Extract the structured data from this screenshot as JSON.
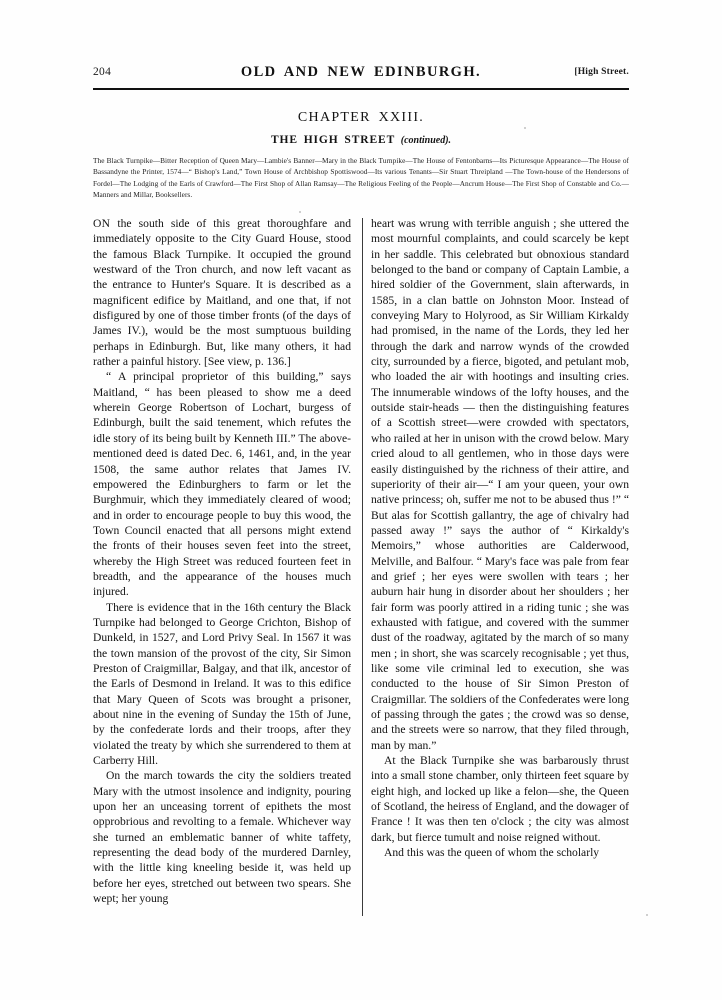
{
  "header": {
    "folio": "204",
    "title": "OLD AND NEW EDINBURGH.",
    "right_marker": "[High Street."
  },
  "chapter": {
    "number_line": "CHAPTER XXIII.",
    "subtitle_main": "THE HIGH STREET",
    "subtitle_continued": "(continued)."
  },
  "argument": "The Black Turnpike—Bitter Reception of Queen Mary—Lambie's Banner—Mary in the Black Turnpike—The House of Fentonbarns—Its Picturesque Appearance—The House of Bassandyne the Printer, 1574—“ Bishop's Land,” Town House of Archbishop Spottiswood—Its various Tenants—Sir Stuart Threipland —The Town-house of the Hendersons of Fordel—The Lodging of the Earls of Crawford—The First Shop of Allan Ramsay—The Religious Feeling of the People—Ancrum House—The First Shop of Constable and Co.—Manners and Millar, Booksellers.",
  "columns": {
    "left": [
      {
        "dropcap": "ON",
        "rest": " the south side of this great thoroughfare and immediately opposite to the City Guard House, stood the famous Black Turnpike. It occupied the ground westward of the Tron church, and now left vacant as the entrance to Hunter's Square. It is described as a magnificent edifice by Maitland, and one that, if not disfigured by one of those timber fronts (of the days of James IV.), would be the most sumptuous building perhaps in Edinburgh. But, like many others, it had rather a painful history. [See view, p. 136.]",
        "indent": false
      },
      {
        "rest": "“ A principal proprietor of this building,” says Maitland, “ has been pleased to show me a deed wherein George Robertson of Lochart, burgess of Edinburgh, built the said tenement, which refutes the idle story of its being built by Kenneth III.” The above-mentioned deed is dated Dec. 6, 1461, and, in the year 1508, the same author relates that James IV. empowered the Edinburghers to farm or let the Burghmuir, which they immediately cleared of wood; and in order to encourage people to buy this wood, the Town Council enacted that all persons might extend the fronts of their houses seven feet into the street, whereby the High Street was reduced fourteen feet in breadth, and the appearance of the houses much injured.",
        "indent": true
      },
      {
        "rest": "There is evidence that in the 16th century the Black Turnpike had belonged to George Crichton, Bishop of Dunkeld, in 1527, and Lord Privy Seal. In 1567 it was the town mansion of the provost of the city, Sir Simon Preston of Craigmillar, Balgay, and that ilk, ancestor of the Earls of Desmond in Ireland. It was to this edifice that Mary Queen of Scots was brought a prisoner, about nine in the evening of Sunday the 15th of June, by the confederate lords and their troops, after they violated the treaty by which she surrendered to them at Carberry Hill.",
        "indent": true
      },
      {
        "rest": "On the march towards the city the soldiers treated Mary with the utmost insolence and indignity, pouring upon her an unceasing torrent of epithets the most opprobrious and revolting to a female. Whichever way she turned an emblematic banner of white taffety, representing the dead body of the murdered Darnley, with the little king kneeling beside it, was held up before her eyes, stretched out between two spears. She wept; her young",
        "indent": true
      }
    ],
    "right": [
      {
        "rest": "heart was wrung with terrible anguish ; she uttered the most mournful complaints, and could scarcely be kept in her saddle. This celebrated but obnoxious standard belonged to the band or company of Captain Lambie, a hired soldier of the Government, slain afterwards, in 1585, in a clan battle on Johnston Moor. Instead of conveying Mary to Holyrood, as Sir William Kirkaldy had promised, in the name of the Lords, they led her through the dark and narrow wynds of the crowded city, surrounded by a fierce, bigoted, and petulant mob, who loaded the air with hootings and insulting cries. The innumerable windows of the lofty houses, and the outside stair-heads — then the distinguishing features of a Scottish street—were crowded with spectators, who railed at her in unison with the crowd below. Mary cried aloud to all gentlemen, who in those days were easily distinguished by the richness of their attire, and superiority of their air—“ I am your queen, your own native princess; oh, suffer me not to be abused thus !” “ But alas for Scottish gallantry, the age of chivalry had passed away !” says the author of “ Kirkaldy's Memoirs,” whose authorities are Calderwood, Melville, and Balfour. “ Mary's face was pale from fear and grief ; her eyes were swollen with tears ; her auburn hair hung in disorder about her shoulders ; her fair form was poorly attired in a riding tunic ; she was exhausted with fatigue, and covered with the summer dust of the roadway, agitated by the march of so many men ; in short, she was scarcely recognisable ; yet thus, like some vile criminal led to execution, she was conducted to the house of Sir Simon Preston of Craigmillar. The soldiers of the Confederates were long of passing through the gates ; the crowd was so dense, and the streets were so narrow, that they filed through, man by man.”",
        "indent": false
      },
      {
        "rest": "At the Black Turnpike she was barbarously thrust into a small stone chamber, only thirteen feet square by eight high, and locked up like a felon—she, the Queen of Scotland, the heiress of England, and the dowager of France ! It was then ten o'clock ; the city was almost dark, but fierce tumult and noise reigned without.",
        "indent": true
      },
      {
        "rest": "And this was the queen of whom the scholarly",
        "indent": true
      }
    ]
  }
}
